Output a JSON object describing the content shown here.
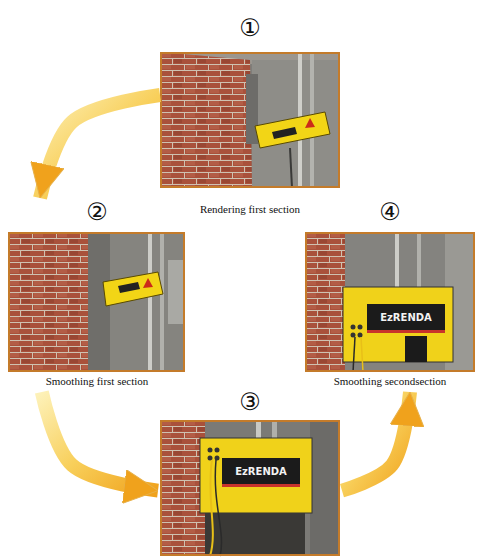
{
  "diagram": {
    "nodes": [
      {
        "text": [
          "①",
          "Rendering first section"
        ]
      },
      {
        "text": [
          "②",
          "Smoothing first section"
        ]
      },
      {
        "text": [
          "③"
        ]
      },
      {
        "text": [
          "④",
          "Smoothing secondsection"
        ]
      }
    ],
    "edges": [
      {
        "from": 0,
        "to": 1,
        "arrow": "to"
      },
      {
        "from": 1,
        "to": 2,
        "arrow": "to"
      },
      {
        "from": 2,
        "to": 3,
        "arrow": "to"
      }
    ],
    "labels": [
      "EzRENDA",
      "EzRENDA"
    ]
  }
}
